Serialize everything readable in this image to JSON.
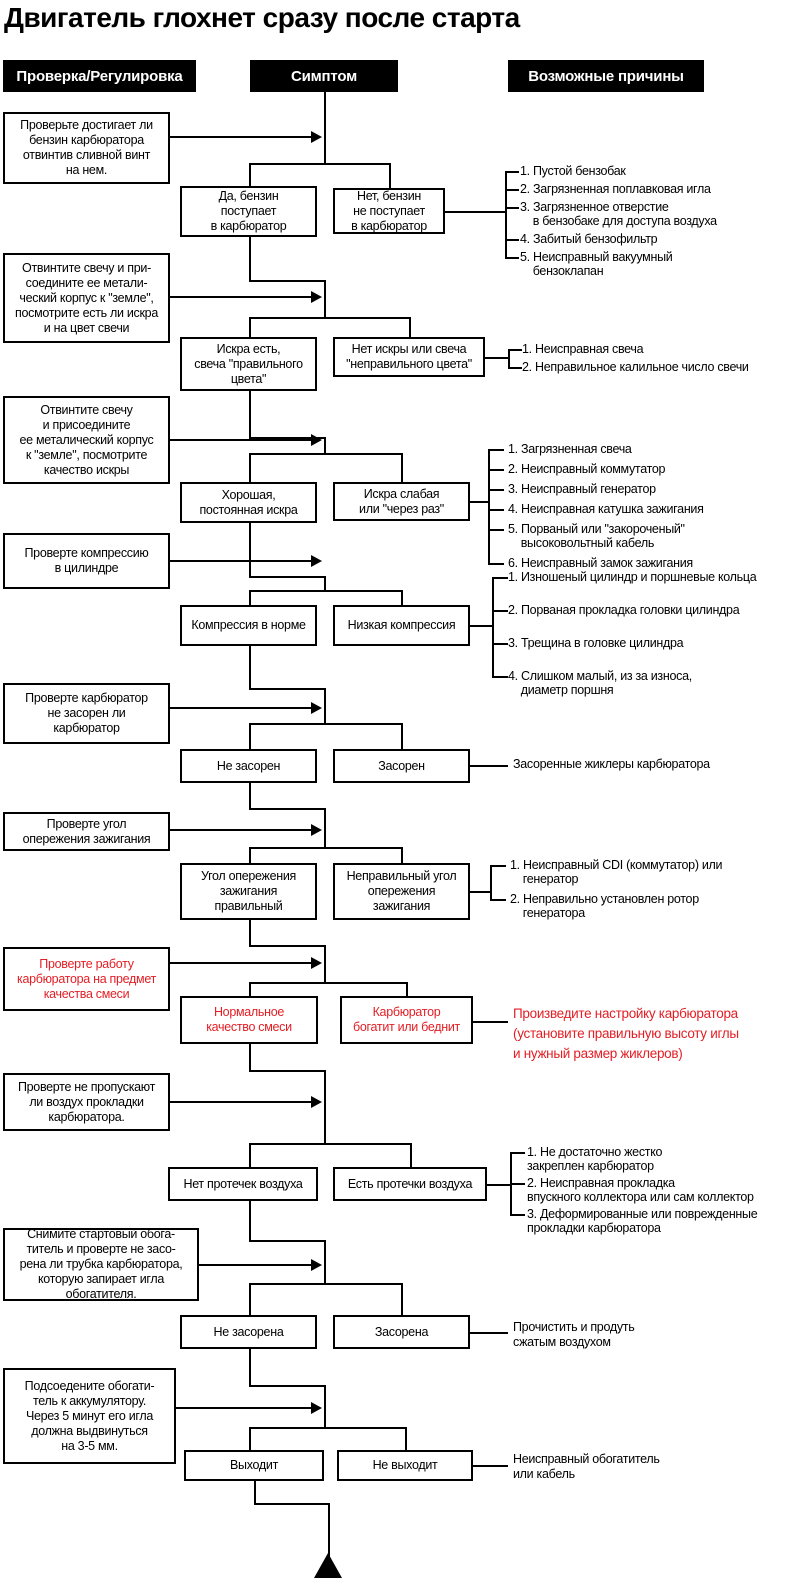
{
  "title": "Двигатель глохнет сразу после старта",
  "legend": {
    "check": "Проверка/Регулировка",
    "symptom": "Симптом",
    "causes": "Возможные причины"
  },
  "colors": {
    "alert_red": "#e31e24",
    "line_black": "#000000"
  },
  "sections": [
    {
      "check": "Проверьте достигает ли\nбензин карбюратора\nотвинтив сливной винт\nна нем.",
      "ok": "Да, бензин\nпоступает\nв карбюратор",
      "bad": "Нет, бензин\nне поступает\nв карбюратор",
      "causes": [
        "1. Пустой бензобак",
        "2. Загрязненная поплавковая игла",
        "3. Загрязненное отверстие\n    в бензобаке для доступа воздуха",
        "4. Забитый бензофильтр",
        "5. Неисправный вакуумный\n    бензоклапан"
      ]
    },
    {
      "check": "Отвинтите свечу и при-\nсоедините ее метали-\nческий корпус к \"земле\",\nпосмотрите есть ли искра\nи на цвет свечи",
      "ok": "Искра есть,\nсвеча \"правильного\nцвета\"",
      "bad": "Нет искры или свеча\n\"неправильного цвета\"",
      "causes": [
        "1. Неисправная свеча",
        "2. Неправильное калильное число свечи"
      ]
    },
    {
      "check": "Отвинтите свечу\nи присоедините\nее металический корпус\nк \"земле\", посмотрите\nкачество искры",
      "ok": "Хорошая,\nпостоянная искра",
      "bad": "Искра слабая\nили \"через раз\"",
      "causes": [
        "1. Загрязненная свеча",
        "2. Неисправный коммутатор",
        "3. Неисправный генератор",
        "4. Неисправная катушка зажигания",
        "5. Порваный или \"закороченый\"\n    высоковольтный кабель",
        "6. Неисправный замок зажигания"
      ]
    },
    {
      "check": "Проверте компрессию\nв цилиндре",
      "ok": "Компрессия в норме",
      "bad": "Низкая компрессия",
      "causes": [
        "1. Изношеный цилиндр и поршневые кольца",
        "2. Порваная прокладка головки цилиндра",
        "3. Трещина в головке цилиндра",
        "4. Слишком малый, из за износа,\n    диаметр поршня"
      ]
    },
    {
      "check": "Проверте карбюратор\nне засорен ли\nкарбюратор",
      "ok": "Не засорен",
      "bad": "Засорен",
      "causes": [
        "Засоренные жиклеры карбюратора"
      ]
    },
    {
      "check": "Проверте угол\nопережения зажигания",
      "ok": "Угол опережения\nзажигания\nправильный",
      "bad": "Неправильный угол\nопережения\nзажигания",
      "causes": [
        "1. Неисправный CDI (коммутатор) или\n    генератор",
        "2. Неправильно установлен ротор\n    генератора"
      ]
    },
    {
      "check": "Проверте работу\nкарбюратора на предмет\nкачества смеси",
      "ok": "Нормальное\nкачество смеси",
      "bad": "Карбюратор\nбогатит или беднит",
      "causes": [
        "Произведите настройку карбюратора\n(установите правильную высоту иглы\nи нужный размер жиклеров)"
      ]
    },
    {
      "check": "Проверте не пропускают\nли воздух прокладки\nкарбюратора.",
      "ok": "Нет протечек воздуха",
      "bad": "Есть протечки воздуха",
      "causes": [
        "1. Не достаточно жестко\nзакреплен карбюратор",
        "2. Неисправная прокладка\nвпускного коллектора или сам коллектор",
        "3. Деформированные или поврежденные\nпрокладки карбюратора"
      ]
    },
    {
      "check": "Снимите стартовый обога-\nтитель и проверте не засо-\nрена ли трубка карбюратора,\nкоторую запирает игла\nобогатителя.",
      "ok": "Не засорена",
      "bad": "Засорена",
      "causes": [
        "Прочистить и продуть\nсжатым воздухом"
      ]
    },
    {
      "check": "Подсоедените обогати-\nтель к аккумулятору.\nЧерез 5 минут его игла\nдолжна выдвинуться\nна 3-5 мм.",
      "ok": "Выходит",
      "bad": "Не выходит",
      "causes": [
        "Неисправный обогатитель\nили кабель"
      ]
    }
  ]
}
